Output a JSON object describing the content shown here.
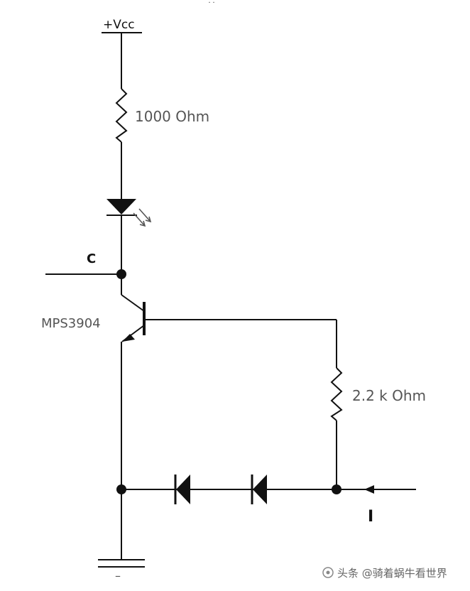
{
  "labels": {
    "vcc": "+Vcc",
    "r1": "1000  Ohm",
    "r2": "2.2 k Ohm",
    "transistor": "MPS3904",
    "collector": "C",
    "current": "I",
    "ground": "–",
    "top_mark": "˙˙"
  },
  "watermark": {
    "text": "头条 @骑着蜗牛看世界"
  },
  "icons": {
    "led": "led-icon",
    "diode": "diode-icon",
    "ground": "ground-icon",
    "watermark": "camera-icon"
  },
  "colors": {
    "wire": "#111111",
    "label": "#555555"
  }
}
